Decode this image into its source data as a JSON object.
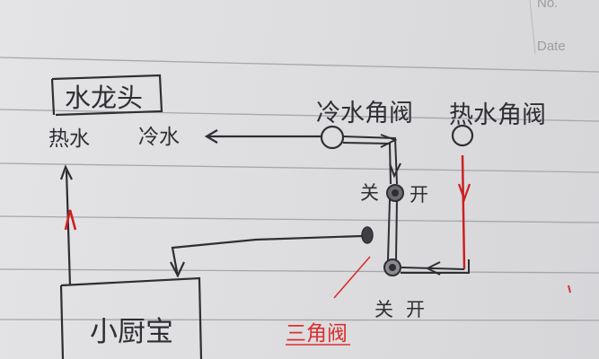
{
  "header": {
    "no_label": "No.",
    "date_label": "Date"
  },
  "labels": {
    "faucet": "水龙头",
    "hot_water": "热水",
    "cold_water": "冷水",
    "cold_valve": "冷水角阀",
    "hot_valve": "热水角阀",
    "close_top": "关",
    "open_top": "开",
    "close_bottom": "关",
    "open_bottom": "开",
    "water_heater": "小厨宝",
    "three_way_valve": "三角阀"
  },
  "colors": {
    "ink": "#2e2e33",
    "red_pen": "#d93030",
    "red_arrow": "#cc2020",
    "paper_line": "#9a9aa0"
  }
}
